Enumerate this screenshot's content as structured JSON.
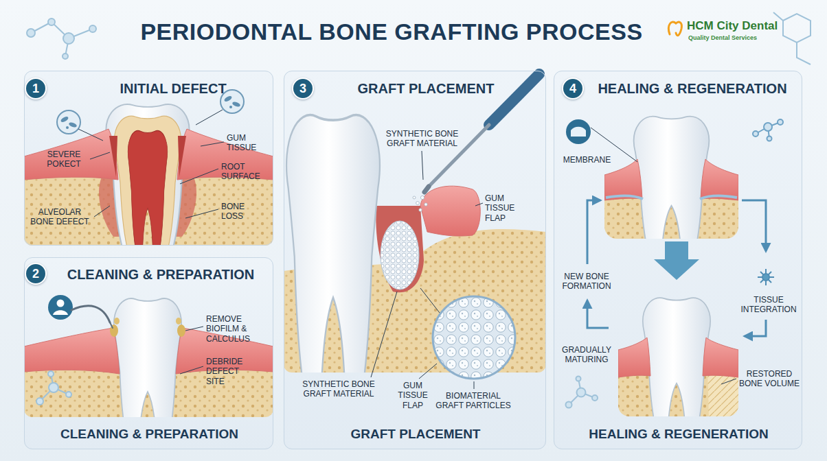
{
  "diagram": {
    "title": "PERIODONTAL BONE GRAFTING PROCESS",
    "nodes": [
      {
        "text": [
          "INITIAL DEFECT"
        ]
      },
      {
        "text": [
          "1"
        ],
        "in": 0
      },
      {
        "text": [
          "CLEANING & PREPARATION",
          "CLEANING & PREPARATION"
        ]
      },
      {
        "text": [
          "2"
        ],
        "in": 2
      },
      {
        "text": [
          "GRAFT PLACEMENT",
          "GRAFT PLACEMENT"
        ]
      },
      {
        "text": [
          "3"
        ],
        "in": 4
      },
      {
        "text": [
          "HEALING & REGENERATION",
          "HEALING & REGENERATION"
        ]
      },
      {
        "text": [
          "4"
        ],
        "in": 6
      }
    ],
    "labels": [
      "HCM City Dental",
      "Quality Dental Services",
      "SEVERE POKECT",
      "GUM TISSUE",
      "ROOT SURFACE",
      "BONE LOSS",
      "ALVEOLAR BONE DEFECT",
      "REMOVE BIOFILM & CALCULUS",
      "DEBRIDE DEFECT SITE",
      "SYNTHETIC BONE GRAFT MATERIAL",
      "GUM TISSUE FLAP",
      "SYNTHETIC BONE GRAFT MATERIAL",
      "GUM TISSUE FLAP",
      "BIOMATERIAL GRAFT PARTICLES",
      "MEMBRANE",
      "NEW BONE FORMATION",
      "TISSUE INTEGRATION",
      "GRADUALLY MATURING",
      "RESTORED BONE VOLUME"
    ]
  }
}
